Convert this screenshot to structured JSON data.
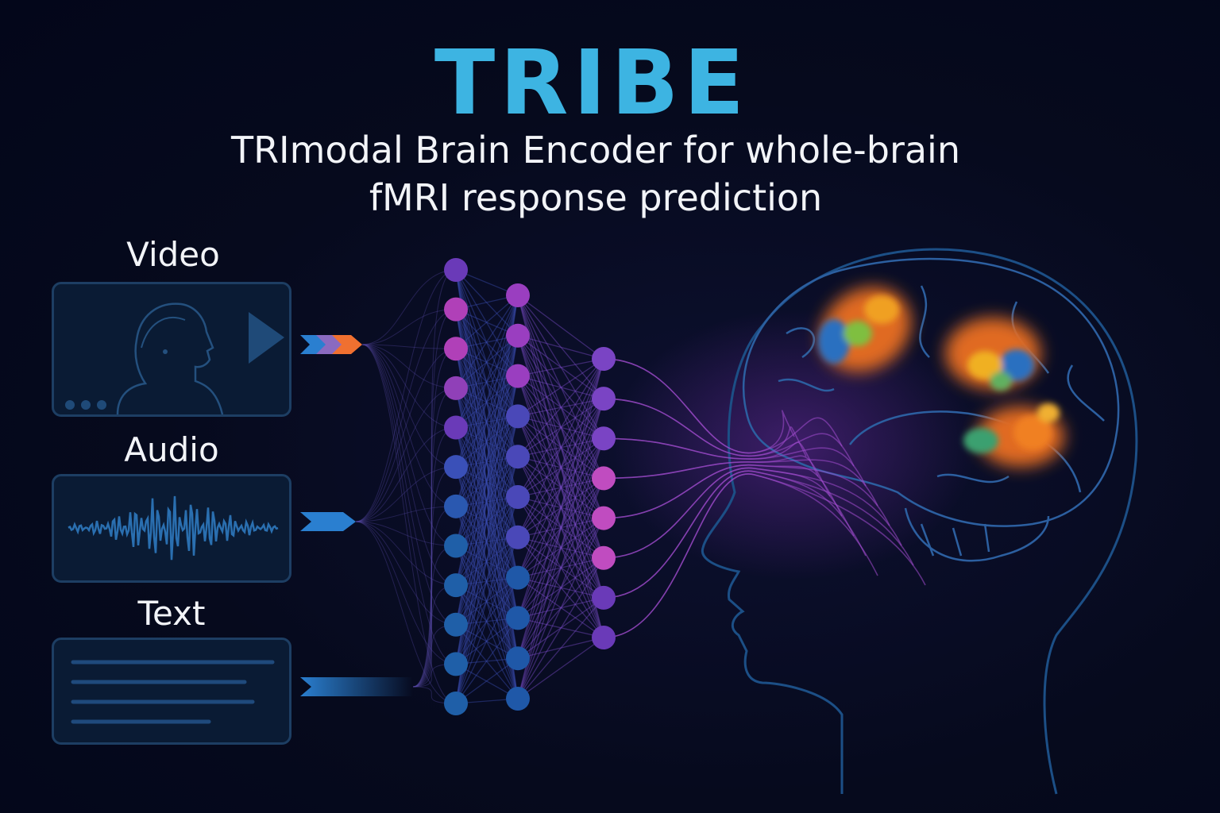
{
  "header": {
    "title": "TRIBE",
    "subtitle_line1": "TRImodal Brain Encoder for whole-brain",
    "subtitle_line2": "fMRI response prediction"
  },
  "inputs": [
    {
      "label": "Video",
      "icon": "video-player-icon"
    },
    {
      "label": "Audio",
      "icon": "waveform-icon"
    },
    {
      "label": "Text",
      "icon": "text-lines-icon"
    }
  ],
  "network": {
    "layer_sizes": [
      12,
      11,
      8
    ]
  },
  "colors": {
    "title": "#3db4e2",
    "panel_border": "#1d3e63",
    "node_blue": "#1f5fa8",
    "node_purple": "#8a44c4",
    "node_magenta": "#c04cc0"
  }
}
